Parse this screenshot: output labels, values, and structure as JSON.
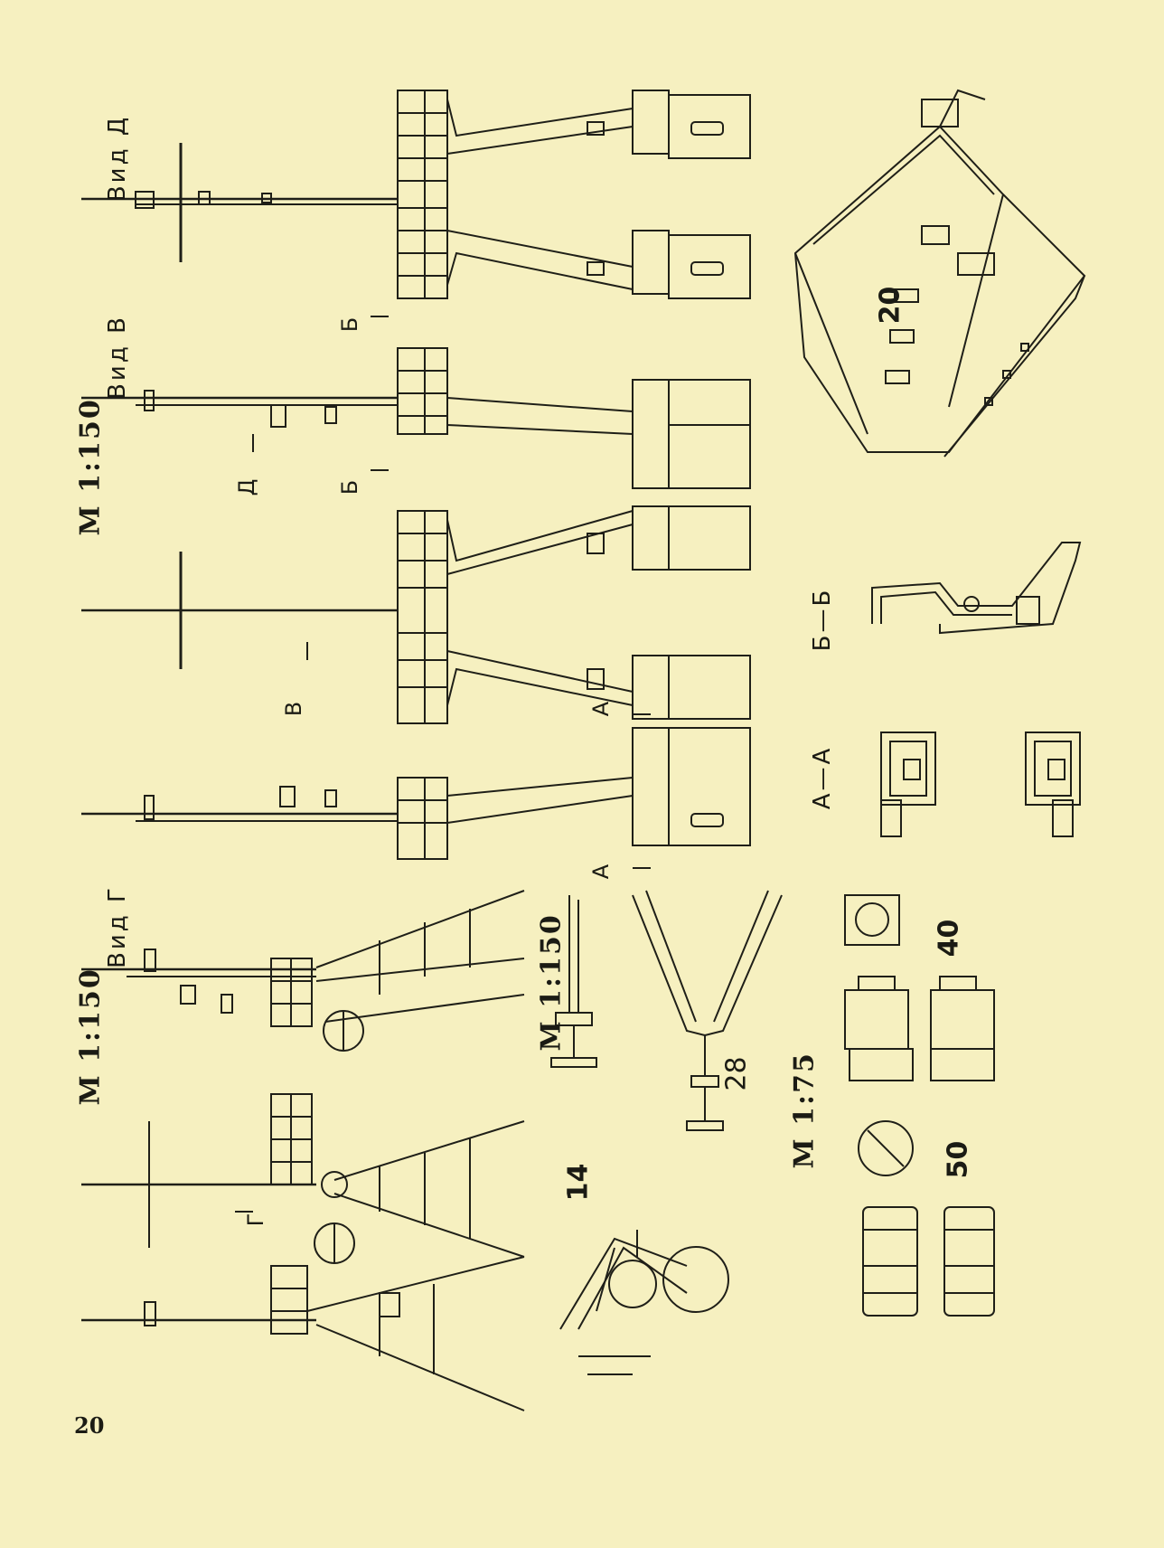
{
  "page": {
    "number": "20",
    "ink_color": "#1f1f18",
    "paper_color": "#f6f0c0"
  },
  "labels": {
    "view_d": "Вид Д",
    "view_v": "Вид В",
    "view_g": "Вид Г",
    "scale_top": "М 1:150",
    "scale_bottom": "М 1:150",
    "scale_mid": "М 1:150",
    "scale_details": "М 1:75",
    "section_bb": "Б—Б",
    "section_aa": "А—А",
    "arrow_b_top": "Б",
    "arrow_b_mid": "Б",
    "arrow_d": "Д",
    "arrow_v": "В",
    "arrow_a_top": "А",
    "arrow_a_bottom": "А",
    "arrow_g": "Г"
  },
  "part_numbers": {
    "wheelhouse": "20",
    "crane_bracket": "14",
    "yoke": "28",
    "bollard": "40",
    "lifebuoy": "50"
  }
}
